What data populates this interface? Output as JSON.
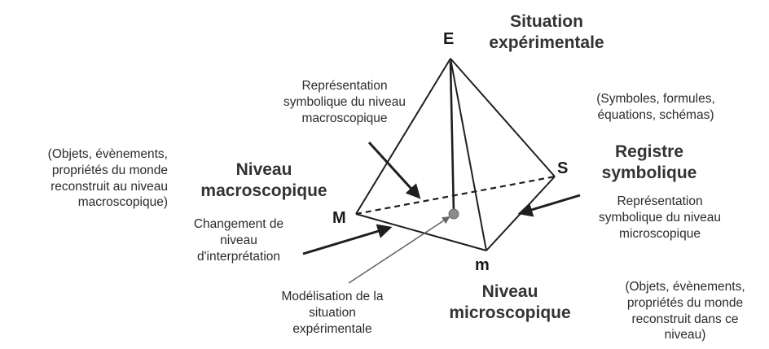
{
  "vertices": {
    "E": "E",
    "S": "S",
    "M": "M",
    "m": "m"
  },
  "titles": {
    "experimental": "Situation\nexpérimentale",
    "symbolic": "Registre\nsymbolique",
    "macroscopic": "Niveau\nmacroscopique",
    "microscopic": "Niveau\nmicroscopique"
  },
  "labels": {
    "rep_macro": "Représentation\nsymbolique du niveau\nmacroscopique",
    "symbols": "(Symboles, formules,\néquations, schémas)",
    "objects_macro": "(Objets, évènements,\npropriétés du monde\nreconstruit au niveau\nmacroscopique)",
    "rep_micro": "Représentation\nsymbolique du niveau\nmicroscopique",
    "change_level": "Changement de\nniveau\nd'interprétation",
    "modelisation": "Modélisation de la\nsituation\nexpérimentale",
    "objects_micro": "(Objets, évènements,\npropriétés du monde\nreconstruit dans ce\nniveau)"
  },
  "colors": {
    "line": "#1f1f1f",
    "text": "#2b2b2b",
    "title": "#333333",
    "arrow_gray": "#666666",
    "center_dot": "#8c8c8c"
  }
}
